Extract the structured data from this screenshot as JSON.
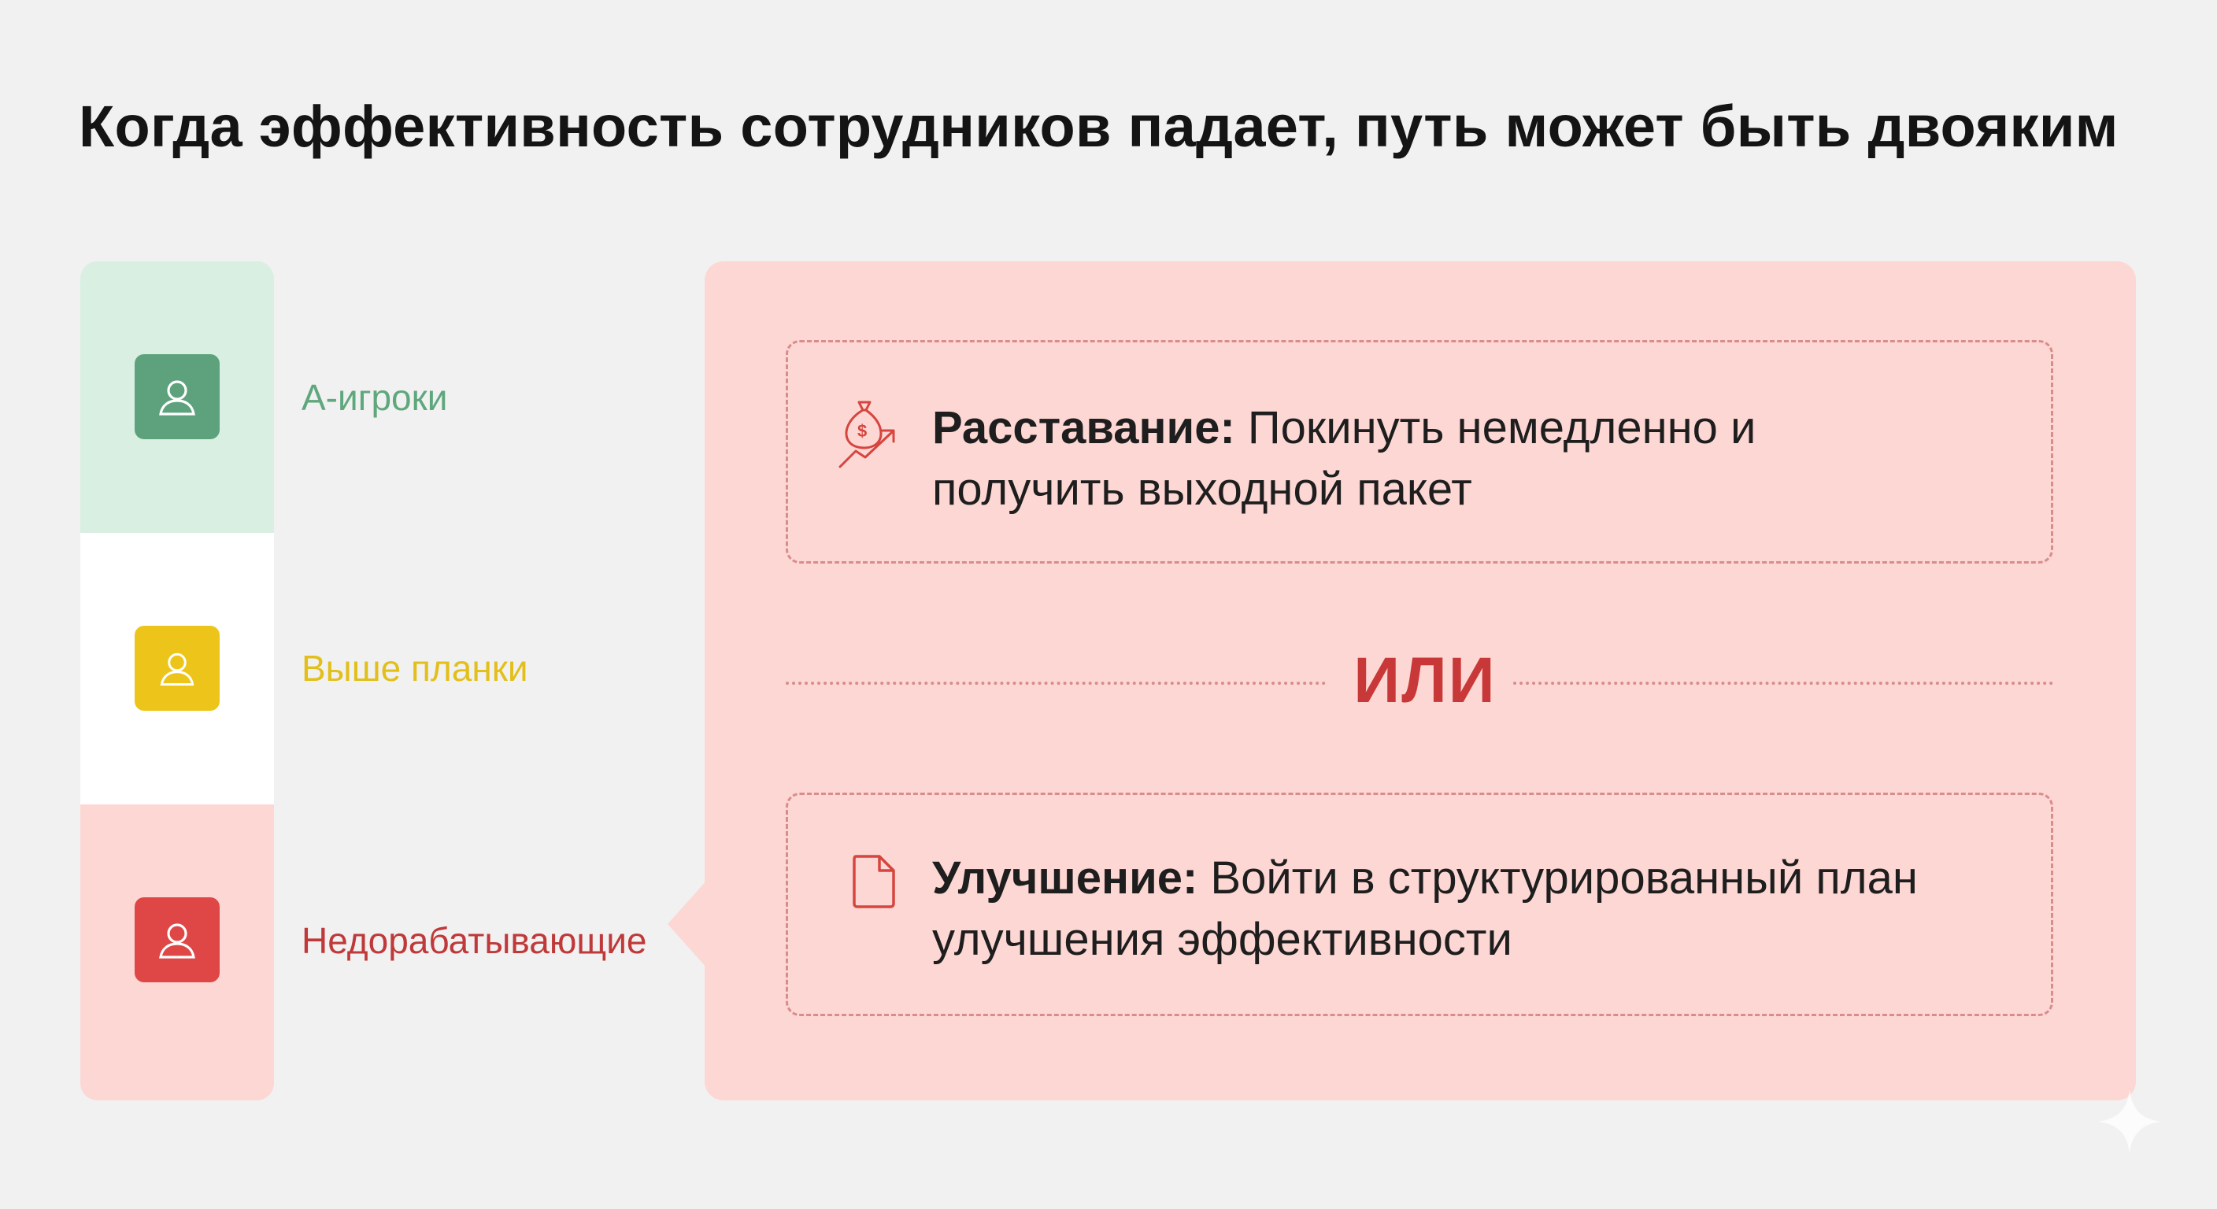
{
  "title": "Когда эффективность сотрудников падает, путь может быть двояким",
  "tiers": [
    {
      "label": "А-игроки",
      "color": "#5fa77d",
      "icon": "user-icon"
    },
    {
      "label": "Выше планки",
      "color": "#e6c318",
      "icon": "user-icon"
    },
    {
      "label": "Недорабатывающие",
      "color": "#c0393a",
      "icon": "user-icon"
    }
  ],
  "options": [
    {
      "icon": "money-bag-growth-icon",
      "heading": "Расставание:",
      "text_line1": "Покинуть немедленно и",
      "text_line2": "получить выходной пакет"
    },
    {
      "icon": "document-icon",
      "heading": "Улучшение:",
      "text_line1": "Войти в структурированный план",
      "text_line2": "улучшения эффективности"
    }
  ],
  "separator": "ИЛИ",
  "colors": {
    "accent_red": "#c93838",
    "avatar_green": "#5da27c",
    "avatar_yellow": "#edc51a",
    "avatar_red": "#df4646",
    "panel_pink": "#fdd7d3"
  }
}
